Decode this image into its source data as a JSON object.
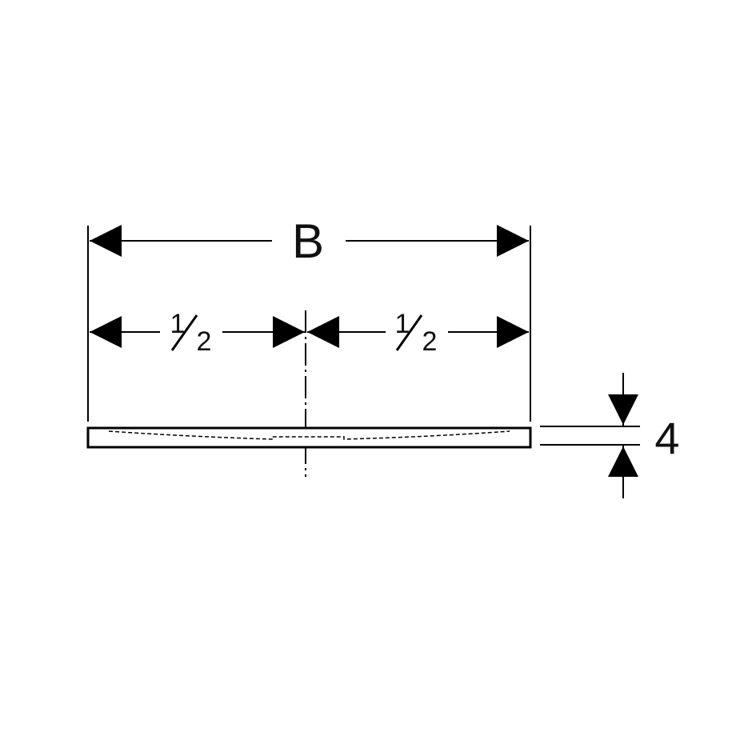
{
  "diagram": {
    "width_label": "B",
    "half_label_left_num": "1",
    "half_label_left_den": "2",
    "half_label_right_num": "1",
    "half_label_right_den": "2",
    "thickness_label": "4"
  }
}
